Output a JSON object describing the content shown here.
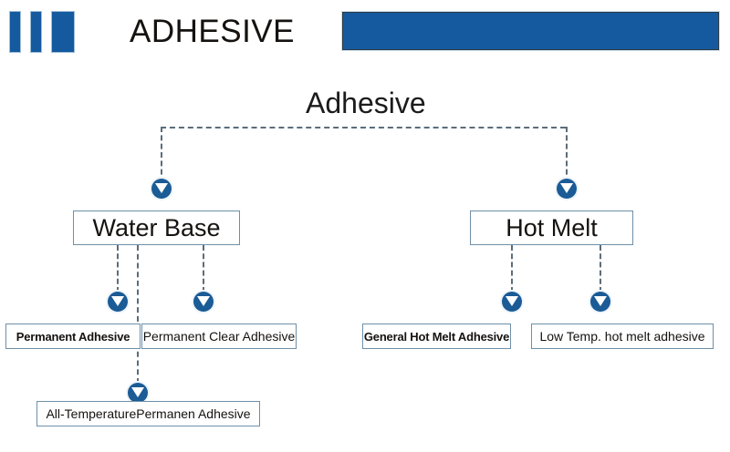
{
  "header": {
    "title": "ADHESIVE",
    "accent_color": "#15599e",
    "bars": [
      "bar-1",
      "bar-2",
      "bar-3"
    ],
    "banner_label": ""
  },
  "diagram": {
    "root": {
      "label": "Adhesive"
    },
    "level2": [
      {
        "id": "water-base",
        "label": "Water Base"
      },
      {
        "id": "hot-melt",
        "label": "Hot Melt"
      }
    ],
    "leaves": [
      {
        "id": "permanent-adhesive",
        "label": "Permanent Adhesive",
        "parent": "water-base"
      },
      {
        "id": "permanent-clear-adhesive",
        "label": "Permanent Clear Adhesive",
        "parent": "water-base"
      },
      {
        "id": "all-temperature-permanen-adhesive",
        "label": "All-TemperaturePermanen Adhesive",
        "parent": "water-base"
      },
      {
        "id": "general-hot-melt-adhesive",
        "label": "General Hot Melt Adhesive",
        "parent": "hot-melt"
      },
      {
        "id": "low-temp-hot-melt-adhesive",
        "label": "Low Temp. hot melt adhesive",
        "parent": "hot-melt"
      }
    ],
    "connector_style": "dashed",
    "connector_color": "#5b6d7b",
    "marker_color": "#1b5b96",
    "box_border_color": "#6e8fa8"
  }
}
